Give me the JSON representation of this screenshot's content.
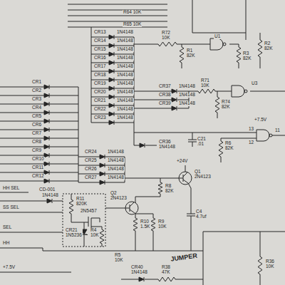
{
  "diagram": {
    "labels": [
      "R64 10K",
      "R65 10K",
      "R72 10K",
      "R1 82K",
      "U1",
      "R2 82K",
      "R3 82K",
      "CR13",
      "1N4148",
      "CR14",
      "1N4148",
      "CR15",
      "1N4148",
      "CR16",
      "1N4148",
      "CR17",
      "1N4148",
      "CR18",
      "1N4148",
      "CR19",
      "1N4148",
      "CR20",
      "1N4148",
      "CR21",
      "1N4148",
      "CR22",
      "1N4148",
      "CR23",
      "1N4148",
      "CR1",
      "CR2",
      "CR3",
      "CR4",
      "CR5",
      "CR6",
      "CR7",
      "CR8",
      "CR9",
      "CR10",
      "CR11",
      "CR12",
      "CR37",
      "1N4148",
      "CR38",
      "1N4148",
      "CR39",
      "1N4148",
      "R71 10K",
      "R74 82K",
      "U3",
      "CR24",
      "1N4148",
      "CR25",
      "1N4148",
      "CR26",
      "1N4148",
      "CR27",
      "1N4148",
      "C21 .01",
      "CR36 1N4148",
      "+7.5V",
      "13",
      "12",
      "11",
      "R6 82K",
      "+24V",
      "Q1 2N4123",
      "R8 82K",
      "Q2 2N4123",
      "R10 1.5K",
      "R9 10K",
      "C4 4.7uf",
      "R5 10K",
      "R11 820K",
      "2N5457",
      "CR21 1N5236",
      "R4 10K",
      "HH SEL",
      "CD-001",
      "1N4148",
      "SS SEL",
      "SEL",
      "HH",
      "+7.5V",
      "CR40 1N4148",
      "R38 47K",
      "JUMPER",
      "R36 10K"
    ]
  }
}
